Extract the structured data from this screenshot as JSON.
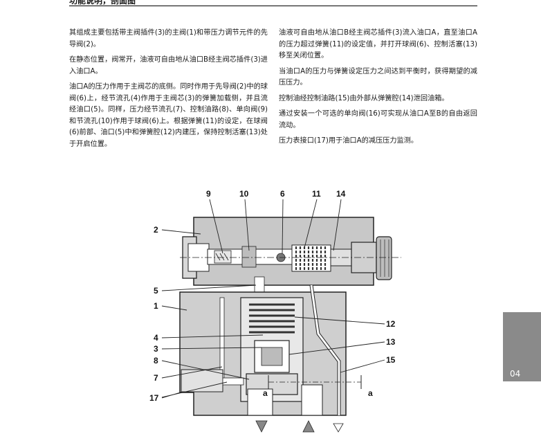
{
  "header": {
    "title": "功能说明，剖面图"
  },
  "left_column": {
    "paragraphs": [
      "其组成主要包括带主阀插件(3)的主阀(1)和带压力调节元件的先导阀(2)。",
      "在静态位置，阀常开，油液可自由地从油口B经主阀芯插件(3)进入油口A。",
      "油口A的压力作用于主阀芯的底侧。同时作用于先导阀(2)中的球阀(6)上，经节流孔(4)作用于主阀芯(3)的弹簧加载侧，并且流经油口(5)。同样，压力经节流孔(7)、控制油路(8)、单向阀(9)和节流孔(10)作用于球阀(6)上。根据弹簧(11)的设定，在球阀(6)前部、油口(5)中和弹簧腔(12)内建压，保持控制活塞(13)处于开启位置。"
    ]
  },
  "right_column": {
    "paragraphs": [
      "油液可自由地从油口B经主阀芯插件(3)流入油口A，直至油口A的压力超过弹簧(11)的设定值，并打开球阀(6)、控制活塞(13)移至关闭位置。",
      "当油口A的压力与弹簧设定压力之间达到平衡时，获得期望的减压压力。",
      "控制油经控制油路(15)由外部从弹簧腔(14)泄回油箱。",
      "通过安装一个可选的单向阀(16)可实现从油口A至B的自由返回流动。",
      "压力表接口(17)用于油口A的减压压力监测。"
    ]
  },
  "side_tab": {
    "label": "04",
    "color": "#8a8a8a"
  },
  "diagram": {
    "callouts": {
      "n9": "9",
      "n10": "10",
      "n6": "6",
      "n11": "11",
      "n14": "14",
      "n2": "2",
      "n5": "5",
      "n1": "1",
      "n12": "12",
      "n4": "4",
      "n13": "13",
      "n3": "3",
      "n8": "8",
      "n15": "15",
      "n7": "7",
      "n17": "17"
    },
    "section_mark_left": "a",
    "section_mark_right": "a"
  }
}
